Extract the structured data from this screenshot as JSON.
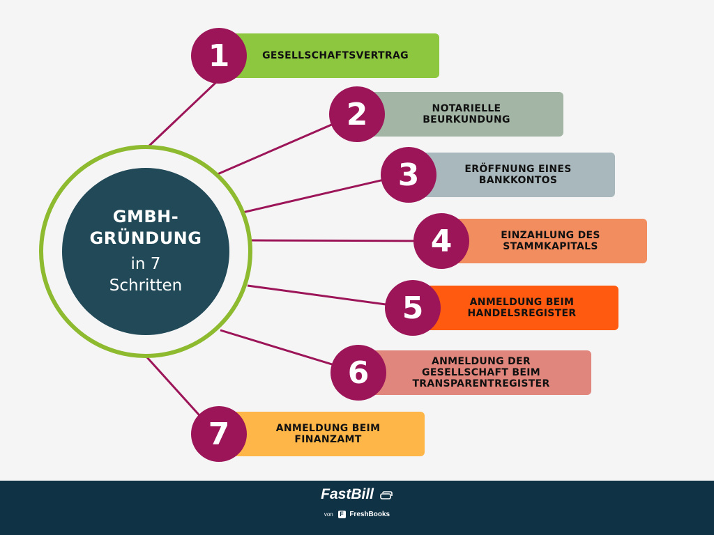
{
  "center": {
    "title": "GMBH-\nGRÜNDUNG",
    "subtitle": "in 7\nSchritten"
  },
  "steps": [
    {
      "number": "1",
      "label": "GESELLSCHAFTSVERTRAG",
      "color": "#8dc63f"
    },
    {
      "number": "2",
      "label": "NOTARIELLE\nBEURKUNDUNG",
      "color": "#a3b5a4"
    },
    {
      "number": "3",
      "label": "ERÖFFNUNG EINES\nBANKKONTOS",
      "color": "#a9b8bc"
    },
    {
      "number": "4",
      "label": "EINZAHLUNG DES\nSTAMMKAPITALS",
      "color": "#f28d60"
    },
    {
      "number": "5",
      "label": "ANMELDUNG BEIM\nHANDELSREGISTER",
      "color": "#ff5a10"
    },
    {
      "number": "6",
      "label": "ANMELDUNG DER\nGESELLSCHAFT BEIM\nTRANSPARENTREGISTER",
      "color": "#e0867c"
    },
    {
      "number": "7",
      "label": "ANMELDUNG BEIM\nFINANZAMT",
      "color": "#ffb648"
    }
  ],
  "colors": {
    "accent": "#9c1558",
    "ring": "#8dba2e",
    "hub": "#214957",
    "footer": "#0f3245"
  },
  "footer": {
    "brand": "FastBill",
    "by": "von",
    "parent": "FreshBooks",
    "brand_icon": "fastbill-stacked-card-icon",
    "parent_icon": "freshbooks-f-icon"
  }
}
